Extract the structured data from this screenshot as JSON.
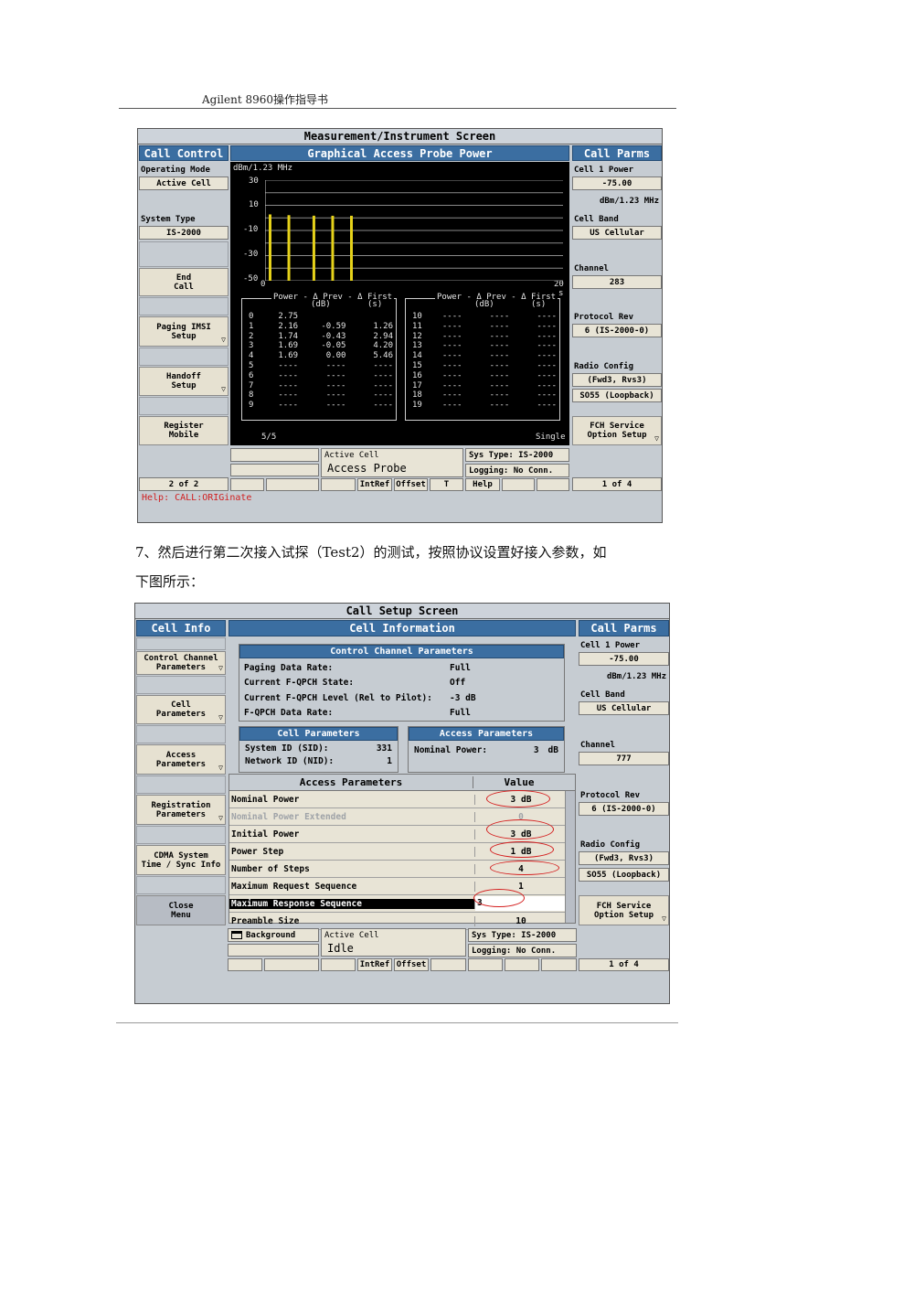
{
  "doc": {
    "header": "Agilent 8960操作指导书",
    "paragraph_line1": "7、然后进行第二次接入试探（Test2）的测试，按照协议设置好接入参数，如",
    "paragraph_line2": "下图所示："
  },
  "screen1": {
    "title": "Measurement/Instrument Screen",
    "left_panel": {
      "title": "Call Control",
      "operating_mode_label": "Operating Mode",
      "operating_mode_value": "Active Cell",
      "system_type_label": "System Type",
      "system_type_value": "IS-2000",
      "end_call_l1": "End",
      "end_call_l2": "Call",
      "paging_l1": "Paging IMSI",
      "paging_l2": "Setup",
      "handoff_l1": "Handoff",
      "handoff_l2": "Setup",
      "register_l1": "Register",
      "register_l2": "Mobile",
      "page": "2 of 2"
    },
    "graph": {
      "title": "Graphical Access Probe Power",
      "y_unit": "dBm/1.23 MHz",
      "x_unit": "s",
      "count": "5/5",
      "mode": "Single",
      "headers": {
        "power": "Power",
        "prev": "Δ Prev",
        "prev_unit": "(dB)",
        "first": "Δ First",
        "first_unit": "(s)"
      }
    },
    "chart_data": {
      "type": "bar",
      "y_ticks": [
        "30",
        "10",
        "-10",
        "-30",
        "-50"
      ],
      "x_ticks": [
        "0",
        "20"
      ],
      "ylim": [
        -50,
        30
      ],
      "xlim": [
        0,
        20
      ],
      "x": [
        0.0,
        1.26,
        2.94,
        4.2,
        5.46
      ],
      "values": [
        2.75,
        2.16,
        1.74,
        1.69,
        1.69
      ],
      "bar_color": "#e6d21a"
    },
    "probes_left": [
      {
        "n": "0",
        "power": "2.75",
        "prev": "",
        "first": ""
      },
      {
        "n": "1",
        "power": "2.16",
        "prev": "-0.59",
        "first": "1.26"
      },
      {
        "n": "2",
        "power": "1.74",
        "prev": "-0.43",
        "first": "2.94"
      },
      {
        "n": "3",
        "power": "1.69",
        "prev": "-0.05",
        "first": "4.20"
      },
      {
        "n": "4",
        "power": "1.69",
        "prev": "0.00",
        "first": "5.46"
      },
      {
        "n": "5",
        "power": "----",
        "prev": "----",
        "first": "----"
      },
      {
        "n": "6",
        "power": "----",
        "prev": "----",
        "first": "----"
      },
      {
        "n": "7",
        "power": "----",
        "prev": "----",
        "first": "----"
      },
      {
        "n": "8",
        "power": "----",
        "prev": "----",
        "first": "----"
      },
      {
        "n": "9",
        "power": "----",
        "prev": "----",
        "first": "----"
      }
    ],
    "probes_right": [
      {
        "n": "10",
        "power": "----",
        "prev": "----",
        "first": "----"
      },
      {
        "n": "11",
        "power": "----",
        "prev": "----",
        "first": "----"
      },
      {
        "n": "12",
        "power": "----",
        "prev": "----",
        "first": "----"
      },
      {
        "n": "13",
        "power": "----",
        "prev": "----",
        "first": "----"
      },
      {
        "n": "14",
        "power": "----",
        "prev": "----",
        "first": "----"
      },
      {
        "n": "15",
        "power": "----",
        "prev": "----",
        "first": "----"
      },
      {
        "n": "16",
        "power": "----",
        "prev": "----",
        "first": "----"
      },
      {
        "n": "17",
        "power": "----",
        "prev": "----",
        "first": "----"
      },
      {
        "n": "18",
        "power": "----",
        "prev": "----",
        "first": "----"
      },
      {
        "n": "19",
        "power": "----",
        "prev": "----",
        "first": "----"
      }
    ],
    "status": {
      "cell_label": "Active Cell",
      "cell_state": "Access Probe",
      "sys_type": "Sys Type: IS-2000",
      "logging": "Logging: No Conn."
    },
    "bottom_keys": [
      "IntRef",
      "Offset",
      "T",
      "Help"
    ],
    "help_text": "Help: CALL:ORIGinate",
    "right_panel": {
      "title": "Call Parms",
      "cell_power_label": "Cell 1 Power",
      "cell_power_value": "-75.00",
      "cell_power_unit": "dBm/1.23 MHz",
      "cell_band_label": "Cell Band",
      "cell_band_value": "US Cellular",
      "channel_label": "Channel",
      "channel_value": "283",
      "protocol_label": "Protocol Rev",
      "protocol_value": "6 (IS-2000-0)",
      "radio_label": "Radio Config",
      "radio_value": "(Fwd3, Rvs3)",
      "so_value": "SO55 (Loopback)",
      "fch_l1": "FCH Service",
      "fch_l2": "Option Setup",
      "page": "1 of 4"
    }
  },
  "screen2": {
    "title": "Call Setup Screen",
    "left_panel": {
      "title": "Cell Info",
      "k1_l1": "Control Channel",
      "k1_l2": "Parameters",
      "k2_l1": "Cell",
      "k2_l2": "Parameters",
      "k3_l1": "Access",
      "k3_l2": "Parameters",
      "k4_l1": "Registration",
      "k4_l2": "Parameters",
      "k5_l1": "CDMA System",
      "k5_l2": "Time / Sync Info",
      "k6_l1": "Close",
      "k6_l2": "Menu"
    },
    "center": {
      "title": "Cell Information",
      "ccp_title": "Control Channel Parameters",
      "ccp": [
        {
          "name": "Paging Data Rate:",
          "value": "Full"
        },
        {
          "name": "Current F-QPCH State:",
          "value": "Off"
        },
        {
          "name": "Current F-QPCH Level (Rel to Pilot):",
          "value": "-3 dB"
        },
        {
          "name": "F-QPCH Data Rate:",
          "value": "Full"
        }
      ],
      "cp_title": "Cell Parameters",
      "sid_label": "System ID (SID):",
      "sid_value": "331",
      "nid_label": "Network ID (NID):",
      "nid_value": "1",
      "ap_title": "Access Parameters",
      "nominal_label": "Nominal Power:",
      "nominal_value": "3",
      "nominal_unit": "dB",
      "table_header_name": "Access Parameters",
      "table_header_value": "Value",
      "rows": [
        {
          "name": "Nominal Power",
          "value": "3 dB"
        },
        {
          "name": "Nominal Power Extended",
          "value": "0"
        },
        {
          "name": "Initial Power",
          "value": "3 dB"
        },
        {
          "name": "Power Step",
          "value": "1 dB"
        },
        {
          "name": "Number of Steps",
          "value": "4"
        },
        {
          "name": "Maximum Request Sequence",
          "value": "1"
        },
        {
          "name": "Maximum Response Sequence",
          "value": "3"
        },
        {
          "name": "Preamble Size",
          "value": "10"
        }
      ]
    },
    "status": {
      "background": "Background",
      "cell_label": "Active Cell",
      "cell_state": "Idle",
      "sys_type": "Sys Type: IS-2000",
      "logging": "Logging: No Conn."
    },
    "bottom_keys": [
      "IntRef",
      "Offset"
    ],
    "right_panel": {
      "title": "Call Parms",
      "cell_power_label": "Cell 1 Power",
      "cell_power_value": "-75.00",
      "cell_power_unit": "dBm/1.23 MHz",
      "cell_band_label": "Cell Band",
      "cell_band_value": "US Cellular",
      "channel_label": "Channel",
      "channel_value": "777",
      "protocol_label": "Protocol Rev",
      "protocol_value": "6 (IS-2000-0)",
      "radio_label": "Radio Config",
      "radio_value": "(Fwd3, Rvs3)",
      "so_value": "SO55 (Loopback)",
      "fch_l1": "FCH Service",
      "fch_l2": "Option Setup",
      "page": "1 of 4"
    }
  }
}
